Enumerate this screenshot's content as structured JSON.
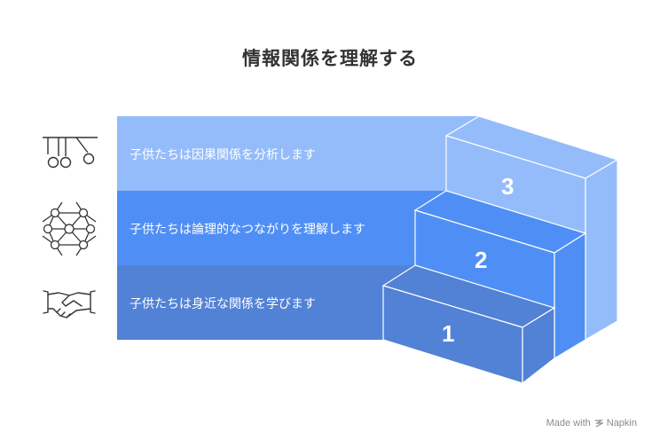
{
  "title": "情報関係を理解する",
  "steps": [
    {
      "number": "3",
      "text": "子供たちは因果関係を分析します",
      "icon": "pendulum-icon"
    },
    {
      "number": "2",
      "text": "子供たちは論理的なつながりを理解します",
      "icon": "network-icon"
    },
    {
      "number": "1",
      "text": "子供たちは身近な関係を学びます",
      "icon": "handshake-icon"
    }
  ],
  "footer": {
    "made_with": "Made with",
    "brand": "Napkin"
  },
  "colors": {
    "step3": "#94bcfb",
    "step2": "#4f8ff5",
    "step1": "#5282d6",
    "title": "#333333"
  }
}
